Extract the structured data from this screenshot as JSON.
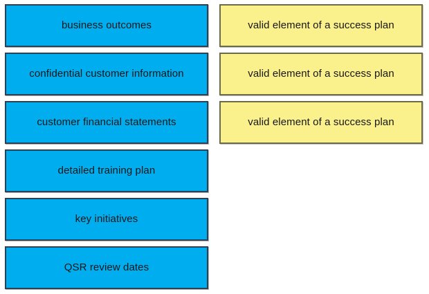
{
  "exercise": {
    "type": "drag-and-drop-matching",
    "source_column": {
      "name": "answer-choices",
      "fill_color": "#00AEEF",
      "border_color": "#2b4256",
      "items": [
        {
          "label": "business outcomes"
        },
        {
          "label": "confidential customer information"
        },
        {
          "label": "customer financial statements"
        },
        {
          "label": "detailed training plan"
        },
        {
          "label": "key initiatives"
        },
        {
          "label": "QSR review dates"
        }
      ]
    },
    "target_column": {
      "name": "drop-zones",
      "fill_color": "#FAF08C",
      "border_color": "#6b6a4a",
      "items": [
        {
          "label": "valid element of a success plan"
        },
        {
          "label": "valid element of a success plan"
        },
        {
          "label": "valid element of a success plan"
        }
      ]
    }
  }
}
